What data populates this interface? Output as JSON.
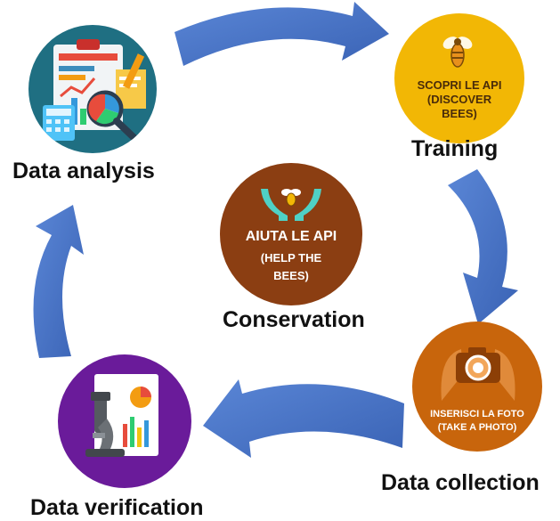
{
  "stages": {
    "training": {
      "label": "Training",
      "badge_main": "SCOPRI LE API",
      "badge_sub_1": "(DISCOVER",
      "badge_sub_2": "BEES)",
      "badge_color": "#f2b705",
      "text_color": "#4a2c0a",
      "icon": "bee-icon"
    },
    "data_collection": {
      "label": "Data collection",
      "badge_main": "INSERISCI LA FOTO",
      "badge_sub": "(TAKE A PHOTO)",
      "badge_color": "#c8650c",
      "icon": "camera-hands-icon"
    },
    "data_verification": {
      "label": "Data verification",
      "badge_color": "#6a1b9a",
      "icon": "microscope-chart-icon"
    },
    "data_analysis": {
      "label": "Data analysis",
      "badge_color": "#1f6f82",
      "icon": "clipboard-chart-magnifier-icon"
    },
    "conservation": {
      "label": "Conservation",
      "badge_main": "AIUTA LE API",
      "badge_sub_1": "(HELP THE",
      "badge_sub_2": "BEES)",
      "badge_color": "#8b3e12",
      "icon": "hands-bee-icon"
    }
  },
  "colors": {
    "arrow": "#4472c4",
    "label": "#111111"
  }
}
